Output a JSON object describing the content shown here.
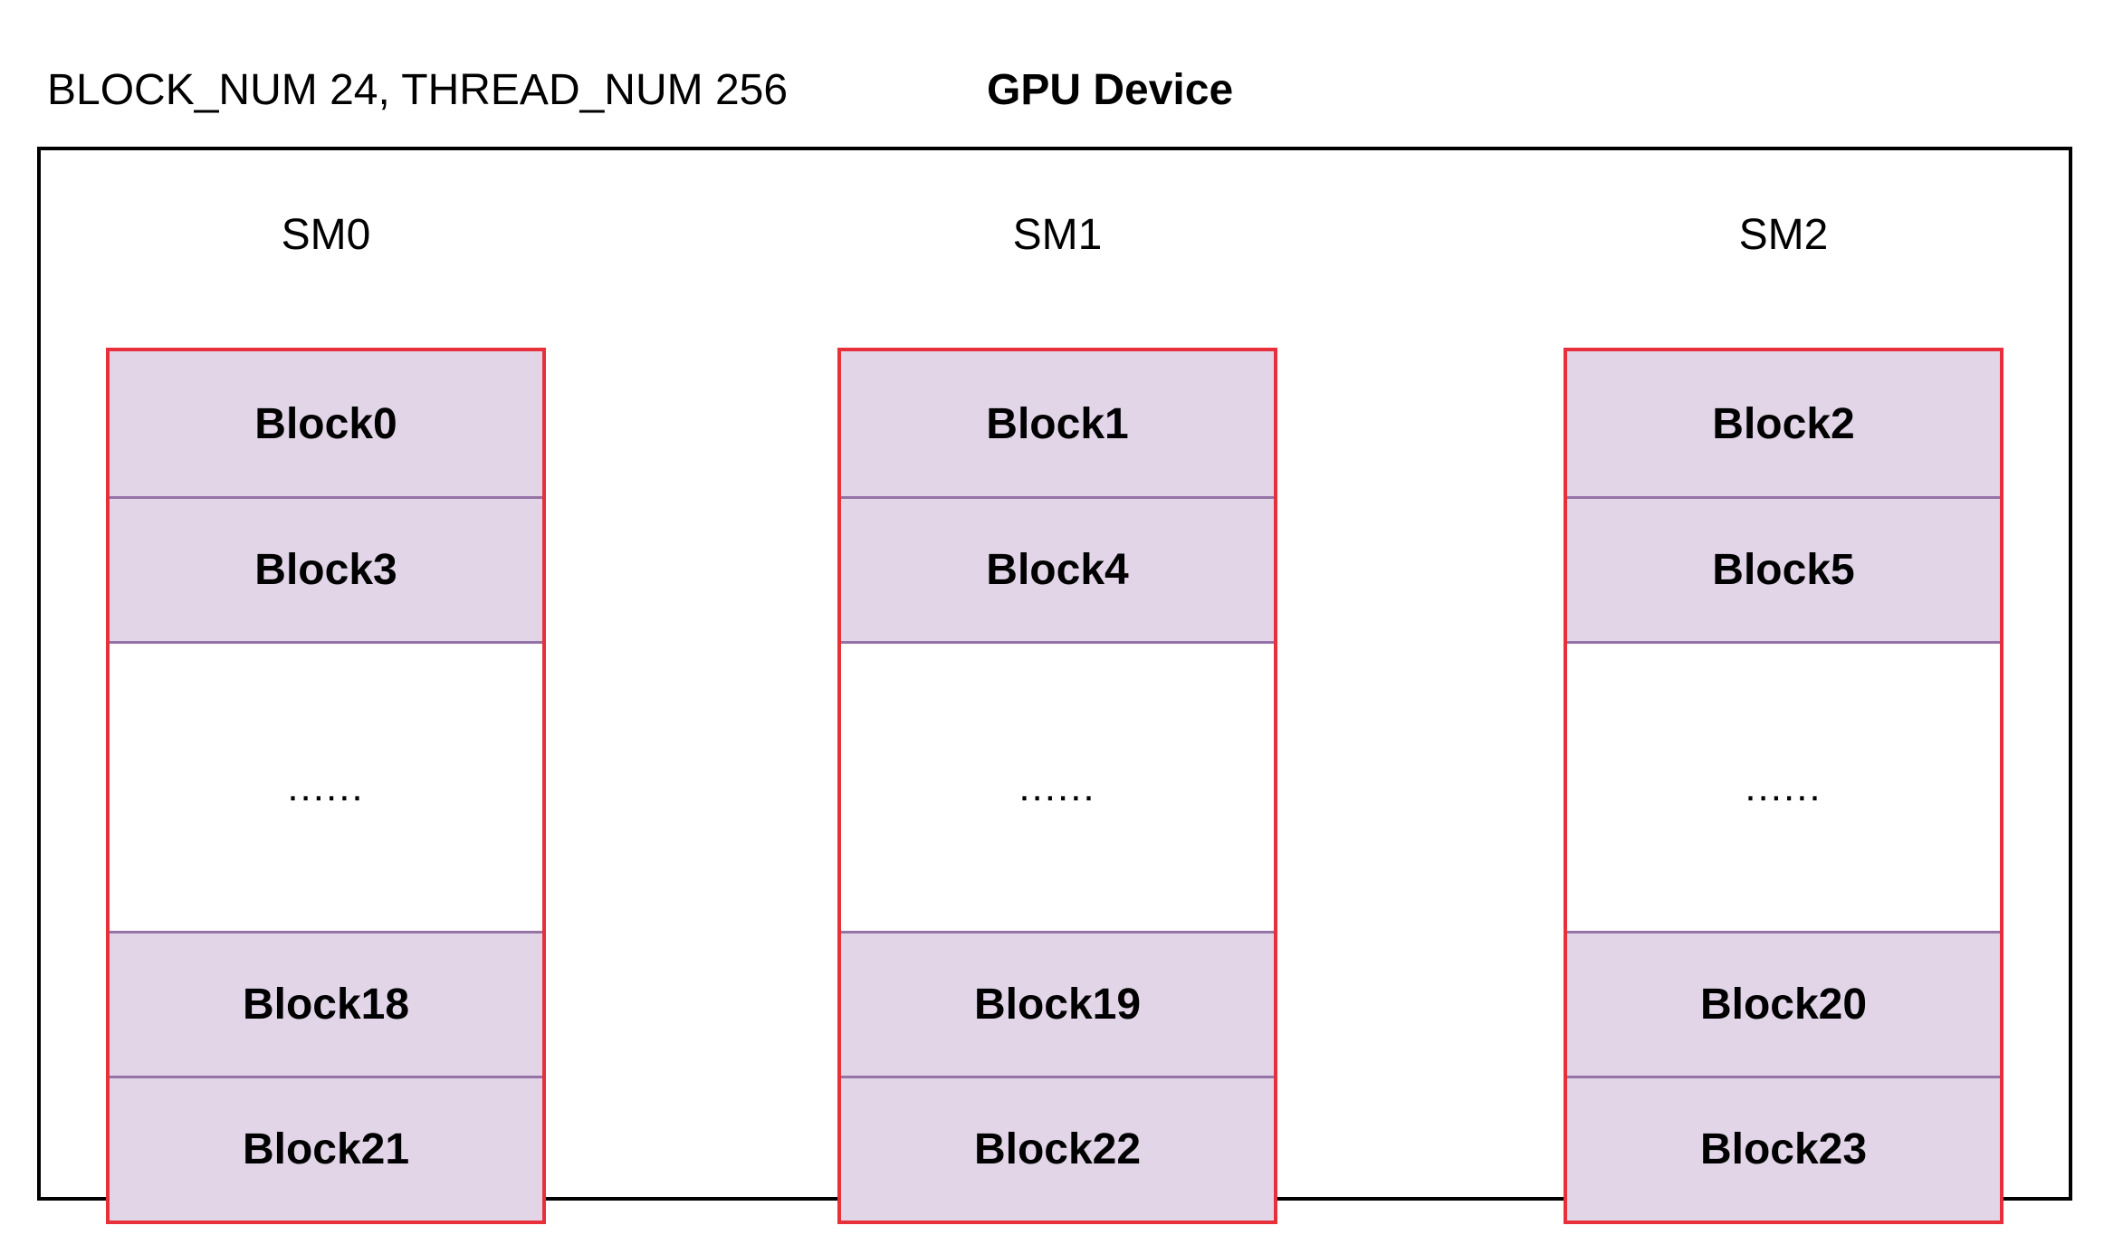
{
  "config_label": "BLOCK_NUM 24, THREAD_NUM 256",
  "device_title": "GPU Device",
  "colors": {
    "device_border": "#000000",
    "sm_border": "#e8303a",
    "block_fill": "#e1d5e7",
    "block_divider": "#9673a6"
  },
  "sms": [
    {
      "label": "SM0",
      "top_blocks": [
        "Block0",
        "Block3"
      ],
      "ellipsis": "......",
      "bottom_blocks": [
        "Block18",
        "Block21"
      ]
    },
    {
      "label": "SM1",
      "top_blocks": [
        "Block1",
        "Block4"
      ],
      "ellipsis": "......",
      "bottom_blocks": [
        "Block19",
        "Block22"
      ]
    },
    {
      "label": "SM2",
      "top_blocks": [
        "Block2",
        "Block5"
      ],
      "ellipsis": "......",
      "bottom_blocks": [
        "Block20",
        "Block23"
      ]
    }
  ]
}
